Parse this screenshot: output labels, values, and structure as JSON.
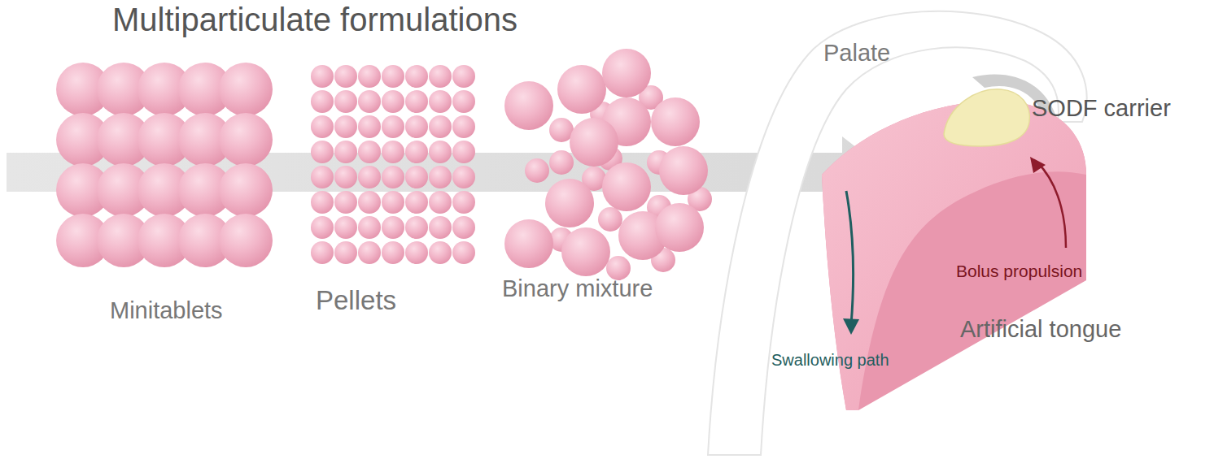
{
  "diagram": {
    "title": "Multiparticulate formulations",
    "labels": [
      "Minitablets",
      "Pellets",
      "Binary mixture",
      "Palate",
      "SODF carrier",
      "Bolus propulsion",
      "Artificial tongue",
      "Swallowing path"
    ]
  }
}
